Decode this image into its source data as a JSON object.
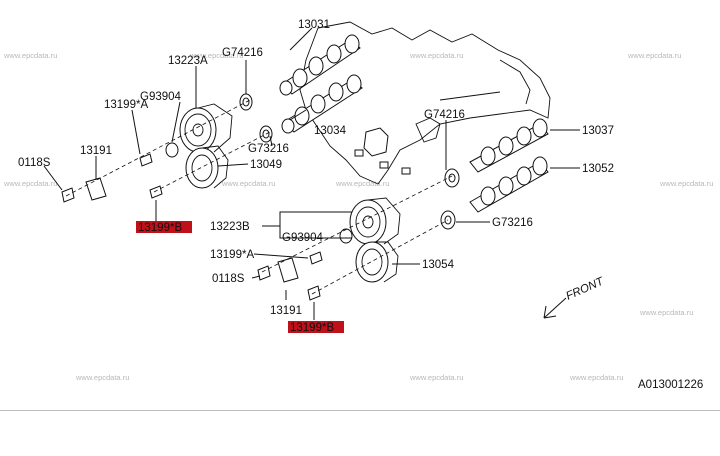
{
  "diagram": {
    "labels": {
      "cam_lh_intake": "13031",
      "sprocket_lh_upper": "13223A",
      "pin_lh_upper": "G74216",
      "washer_lh_upper": "G93904",
      "bolt_lh_upper": "13199*A",
      "cam_lh_exhaust": "13034",
      "plate_lh": "13191",
      "pin_lh_lower": "G73216",
      "bolt_0118_lh": "0118S",
      "sprocket_lh_lower": "13049",
      "bolt_lh_lower": "13199*B",
      "pin_rh_upper": "G74216",
      "cam_rh_intake": "13037",
      "cam_rh_exhaust": "13052",
      "pin_rh_lower": "G73216",
      "sprocket_rh_upper": "13223B",
      "washer_rh": "G93904",
      "bolt_rh_upper": "13199*A",
      "sprocket_rh_lower": "13054",
      "bolt_0118_rh": "0118S",
      "plate_rh": "13191",
      "bolt_rh_lower": "13199*B",
      "front": "FRONT"
    },
    "code": "A013001226",
    "watermark": "www.epcdata.ru",
    "highlight_color": "#c0101a"
  }
}
